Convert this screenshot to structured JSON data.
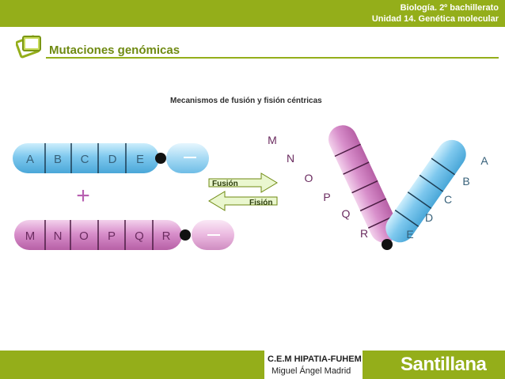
{
  "header": {
    "course_line1": "Biología. 2º bachillerato",
    "course_line2": "Unidad 14. Genética molecular",
    "section_title": "Mutaciones genómicas"
  },
  "diagram": {
    "caption": "Mecanismos de fusión y fisión céntricas",
    "chromosome_top_bands": [
      "A",
      "B",
      "C",
      "D",
      "E"
    ],
    "chromosome_bottom_bands": [
      "M",
      "N",
      "O",
      "P",
      "Q",
      "R"
    ],
    "plus_sign": "+",
    "arrow_fusion_label": "Fusión",
    "arrow_fision_label": "Fisión",
    "fused_left_arm_bands": [
      "M",
      "N",
      "O",
      "P",
      "Q",
      "R"
    ],
    "fused_right_arm_bands": [
      "A",
      "B",
      "C",
      "D",
      "E"
    ],
    "colors": {
      "blue_chromosome": "#7ec8ee",
      "blue_chromosome_light": "#b6e1f7",
      "pink_chromosome": "#d88fcb",
      "pink_chromosome_light": "#ecbce2",
      "centromere": "#111111",
      "arrow_fill": "#eaf7cf",
      "arrow_stroke": "#6f8a12"
    }
  },
  "footer": {
    "institution": "C.E.M HIPATIA-FUHEM",
    "author": "Miguel Ángel Madrid",
    "brand": "Santillana"
  }
}
